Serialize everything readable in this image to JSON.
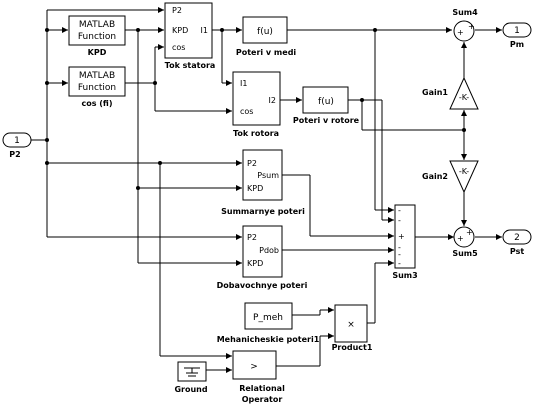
{
  "blocks": {
    "kpd_fn": {
      "line1": "MATLAB",
      "line2": "Function",
      "label": "KPD"
    },
    "cos_fn": {
      "line1": "MATLAB",
      "line2": "Function",
      "label": "cos (fi)"
    },
    "tok_statora": {
      "in1": "P2",
      "in2": "KPD",
      "in3": "cos",
      "out": "I1",
      "label": "Tok statora"
    },
    "poteri_medi": {
      "text": "f(u)",
      "label": "Poteri v medi"
    },
    "tok_rotora": {
      "in1": "I1",
      "in2": "cos",
      "out": "I2",
      "label": "Tok rotora"
    },
    "poteri_rotore": {
      "text": "f(u)",
      "label": "Poteri v rotore"
    },
    "summ_poteri": {
      "in1": "P2",
      "in2": "KPD",
      "out": "Psum",
      "label": "Summarnye poteri"
    },
    "dobav_poteri": {
      "in1": "P2",
      "in2": "KPD",
      "out": "Pdob",
      "label": "Dobavochnye poteri"
    },
    "p_meh": {
      "text": "P_meh",
      "label": "Mehanicheskie poteri1"
    },
    "product": {
      "text": "×",
      "label": "Product1"
    },
    "relop": {
      "text": ">",
      "label": "Relational",
      "label2": "Operator"
    },
    "ground": {
      "label": "Ground"
    },
    "sum3": {
      "label": "Sum3",
      "signs": [
        "-",
        "-",
        "+",
        "-",
        "-",
        "-"
      ]
    },
    "sum4": {
      "label": "Sum4",
      "sign_top": "+",
      "sign_left": "+"
    },
    "sum5": {
      "label": "Sum5",
      "sign_left": "+",
      "sign_top": "+"
    },
    "gain1": {
      "text": "-K-",
      "label": "Gain1"
    },
    "gain2": {
      "text": "-K-",
      "label": "Gain2"
    },
    "in_p2": {
      "num": "1",
      "label": "P2"
    },
    "out_pm": {
      "num": "1",
      "label": "Pm"
    },
    "out_pst": {
      "num": "2",
      "label": "Pst"
    }
  }
}
